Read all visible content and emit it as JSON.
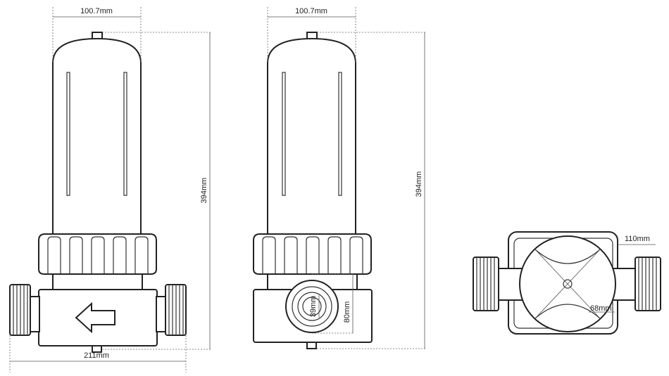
{
  "dimensions": {
    "left_width": "100.7mm",
    "left_height": "394mm",
    "left_base_width": "211mm",
    "mid_width": "100.7mm",
    "mid_height": "394mm",
    "mid_inner": "39mm",
    "mid_body": "80mm",
    "top_outer": "110mm",
    "top_inner": "68mm"
  }
}
